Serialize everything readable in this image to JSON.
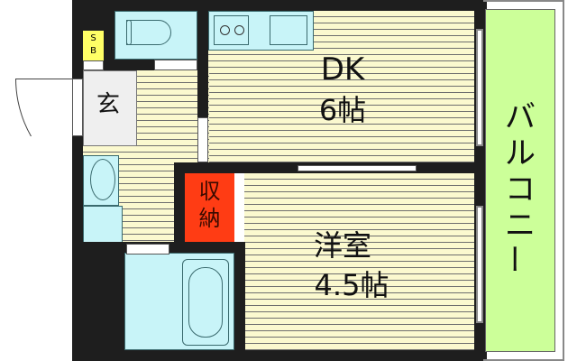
{
  "floorplan": {
    "rooms": {
      "dk": {
        "name": "DK",
        "size": "6帖"
      },
      "western": {
        "name": "洋室",
        "size": "4.5帖"
      },
      "entrance": {
        "name": "玄"
      },
      "storage": {
        "line1": "収",
        "line2": "納"
      },
      "shoe_box": {
        "line1": "S",
        "line2": "B"
      },
      "balcony": {
        "name": "バルコニー",
        "chars": [
          "バ",
          "ル",
          "コ",
          "ニ",
          "ー"
        ]
      }
    },
    "colors": {
      "wall": "#1e1e1e",
      "floor": "#fbf9cf",
      "wet_area": "#c8f4f8",
      "storage": "#ff3c14",
      "shoe_box": "#ffff66",
      "balcony": "#ccff99",
      "entrance": "#efefef"
    }
  }
}
